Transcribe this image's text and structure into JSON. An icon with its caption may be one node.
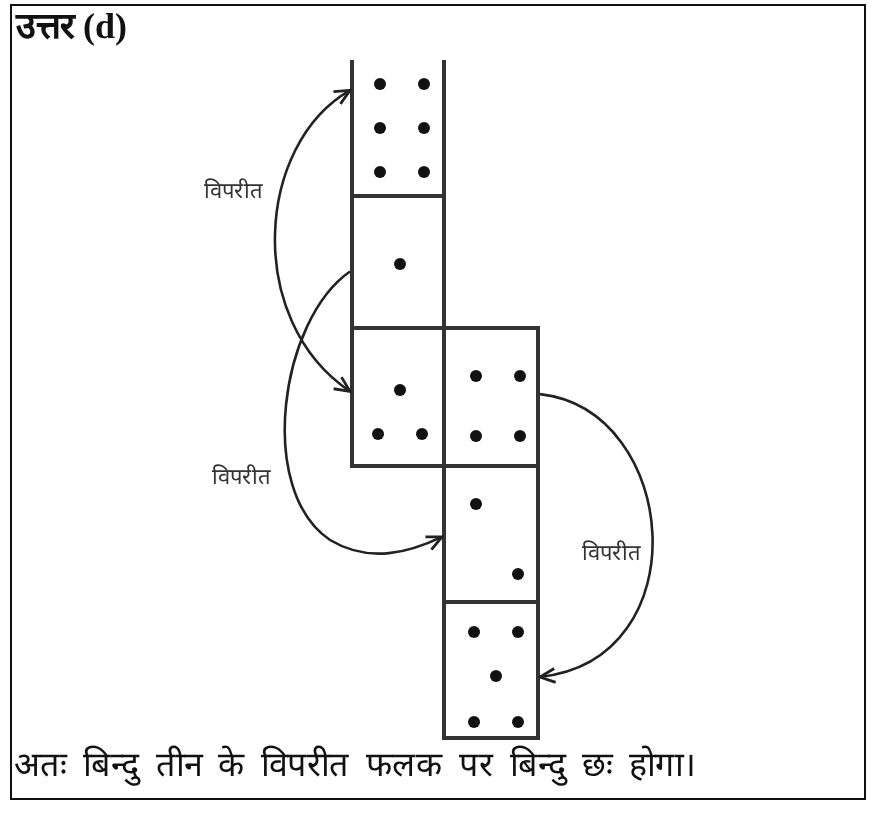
{
  "diagram": {
    "title": "उत्तर (d)",
    "caption": "अतः बिन्दु तीन के विपरीत फलक पर बिन्दु छः होगा।",
    "nodes": [
      {
        "text": [],
        "shape": "box"
      },
      {
        "text": [],
        "shape": "box"
      },
      {
        "text": [],
        "shape": "box"
      },
      {
        "text": [],
        "shape": "box"
      },
      {
        "text": [],
        "shape": "box"
      },
      {
        "text": [],
        "shape": "box"
      }
    ],
    "edges": [
      {
        "from": 0,
        "to": 2,
        "arrow": "both",
        "label": "विपरीत"
      },
      {
        "from": 1,
        "to": 4,
        "arrow": "to",
        "label": "विपरीत"
      },
      {
        "from": 3,
        "to": 5,
        "arrow": "to",
        "label": "विपरीत"
      }
    ]
  }
}
